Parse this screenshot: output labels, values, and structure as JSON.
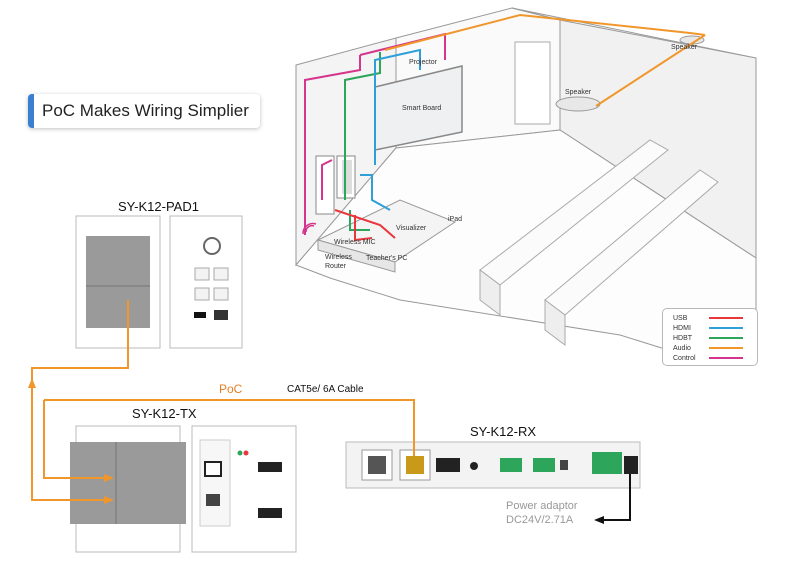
{
  "title": "PoC Makes Wiring Simplier",
  "devices": {
    "pad1": "SY-K12-PAD1",
    "tx": "SY-K12-TX",
    "rx": "SY-K12-RX"
  },
  "cable": {
    "poc": "PoC",
    "type": "CAT5e/ 6A Cable"
  },
  "power_adaptor": {
    "line1": "Power adaptor",
    "line2": "DC24V/2.71A"
  },
  "room_labels": {
    "speaker_1": "Speaker",
    "speaker_2": "Speaker",
    "projector": "Projector",
    "smart_board": "Smart Board",
    "wireless_mic": "Wireless MIC",
    "visualizer": "Visualizer",
    "ipad": "iPad",
    "wireless_router_1": "Wireless",
    "wireless_router_2": "Router",
    "teachers_pc": "Teacher's PC"
  },
  "legend": [
    {
      "name": "USB",
      "color": "#e8383d"
    },
    {
      "name": "HDMI",
      "color": "#2e9fd8"
    },
    {
      "name": "HDBT",
      "color": "#2da55a"
    },
    {
      "name": "Audio",
      "color": "#f0962b"
    },
    {
      "name": "Control",
      "color": "#d6358d"
    }
  ]
}
